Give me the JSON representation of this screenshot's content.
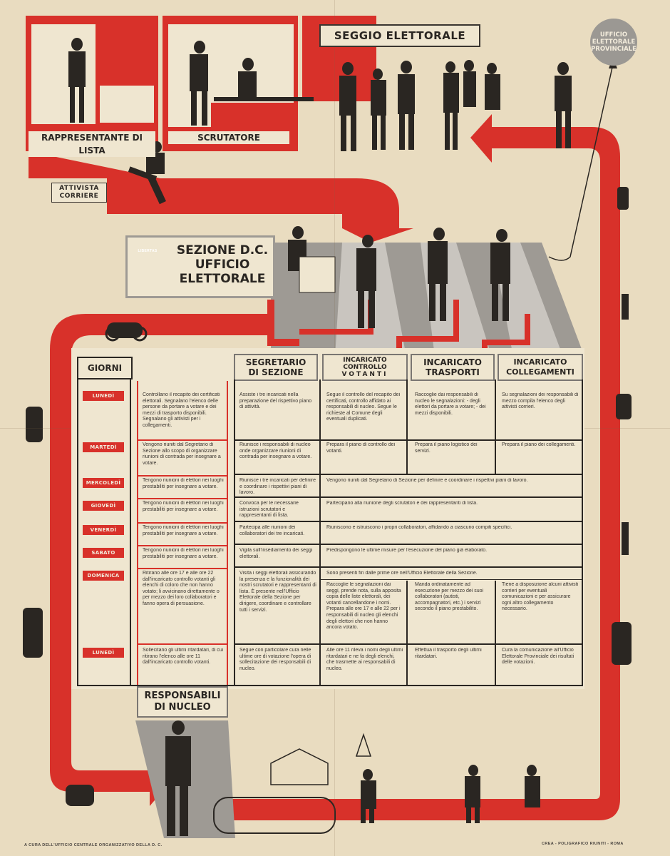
{
  "top": {
    "seggio_title": "SEGGIO ELETTORALE",
    "rappresentante": "RAPPRESENTANTE DI LISTA",
    "scrutatore": "SCRUTATORE",
    "attivista_line1": "ATTIVISTA",
    "attivista_line2": "CORRIERE",
    "ufficio_line1": "UFFICIO",
    "ufficio_line2": "ELETTORALE",
    "ufficio_line3": "PROVINCIALE"
  },
  "sezione": {
    "line1": "SEZIONE D.C.",
    "line2": "UFFICIO",
    "line3": "ELETTORALE",
    "shield_text": "LIBERTAS"
  },
  "table": {
    "giorni": "GIORNI",
    "headers": [
      {
        "line1": "SEGRETARIO",
        "line2": "DI SEZIONE"
      },
      {
        "line1": "INCARICATO",
        "line2": "CONTROLLO",
        "line3": "VOTANTI"
      },
      {
        "line1": "INCARICATO",
        "line2": "TRASPORTI"
      },
      {
        "line1": "INCARICATO",
        "line2": "COLLEGAMENTI"
      }
    ],
    "days": [
      "LUNEDÌ",
      "MARTEDÌ",
      "MERCOLEDÌ",
      "GIOVEDÌ",
      "VENERDÌ",
      "SABATO",
      "DOMENICA",
      "LUNEDÌ"
    ],
    "resp": [
      "Controllano il recapito dei certificati elettorali. Segnalano l'elenco delle persone da portare a votare e dei mezzi di trasporto disponibili. Segnalano gli attivisti per i collegamenti.",
      "Vengono riuniti dal Segretario di Sezione allo scopo di organizzare riunioni di contrada per insegnare a votare.",
      "Tengono riunioni di elettori nei luoghi prestabiliti per insegnare a votare.",
      "Tengono riunioni di elettori nei luoghi prestabiliti per insegnare a votare.",
      "Tengono riunioni di elettori nei luoghi prestabiliti per insegnare a votare.",
      "Tengono riunioni di elettori nei luoghi prestabiliti per insegnare a votare.",
      "Ritirano alle ore 17 e alle ore 22 dall'incaricato controllo votanti gli elenchi di coloro che non hanno votato; li avvicinano direttamente o per mezzo dei loro collaboratori e fanno opera di persuasione.",
      "Sollecitano gli ultimi ritardatari, di cui ritirano l'elenco alle ore 11 dall'incaricato controllo votanti."
    ],
    "segretario": [
      "Assiste i tre incaricati nella preparazione del rispettivo piano di attività.",
      "Riunisce i responsabili di nucleo onde organizzare riunioni di contrada per insegnare a votare.",
      "Riunisce i tre incaricati per definire e coordinare i rispettivi piani di lavoro.",
      "Convoca per le necessarie istruzioni scrutatori e rappresentanti di lista.",
      "Partecipa alle riunioni dei collaboratori dei tre incaricati.",
      "Vigila sull'insediamento dei seggi elettorali.",
      "Visita i seggi elettorali assicurando la presenza e la funzionalità dei nostri scrutatori e rappresentanti di lista. È presente nell'Ufficio Elettorale della Sezione per dirigere, coordinare e controllare tutti i servizi.",
      "Segue con particolare cura nelle ultime ore di votazione l'opera di sollecitazione dei responsabili di nucleo."
    ],
    "controllo": [
      "Segue il controllo del recapito dei certificati, controllo affidato ai responsabili di nucleo. Segue le richieste al Comune degli eventuali duplicati.",
      "Prepara il piano di controllo dei votanti.",
      "",
      "",
      "",
      "",
      "Raccoglie le segnalazioni dai seggi, prende nota, sulla apposita copia delle liste elettorali, dei votanti cancellandone i nomi. Prepara alle ore 17 e alle 22 per i responsabili di nucleo gli elenchi degli elettori che non hanno ancora votato.",
      "Alle ore 11 rileva i nomi degli ultimi ritardatari e ne fa degli elenchi, che trasmette ai responsabili di nucleo."
    ],
    "trasporti": [
      "Raccoglie dai responsabili di nucleo le segnalazioni: - degli elettori da portare a votare; - dei mezzi disponibili.",
      "Prepara il piano logistico dei servizi.",
      "",
      "",
      "",
      "",
      "Manda ordinatamente ad esecuzione per mezzo dei suoi collaboratori (autisti, accompagnatori, etc.) i servizi secondo il piano prestabilito.",
      "Effettua il trasporto degli ultimi ritardatari."
    ],
    "collegamenti": [
      "Su segnalazioni dei responsabili di mezzo compila l'elenco degli attivisti corrieri.",
      "Prepara il piano dei collegamenti.",
      "",
      "",
      "",
      "",
      "Tiene a disposizione alcuni attivisti corrieri per eventuali comunicazioni e per assicurare ogni altro collegamento necessario.",
      "Cura la comunicazione all'Ufficio Elettorale Provinciale dei risultati delle votazioni."
    ],
    "merged": {
      "mercoledi": "Vengono riuniti dal Segretario di Sezione per definire e coordinare i rispettivi piani di lavoro.",
      "giovedi": "Partecipano alla riunione degli scrutatori e dei rappresentanti di lista.",
      "venerdi": "Riuniscono e istruiscono i propri collaboratori, affidando a ciascuno compiti specifici.",
      "sabato": "Predispongono le ultime misure per l'esecuzione del piano già elaborato.",
      "domenica": "Sono presenti fin dalle prime ore nell'Ufficio Elettorale della Sezione."
    }
  },
  "responsabili": {
    "line1": "RESPONSABILI",
    "line2": "DI NUCLEO"
  },
  "footer": {
    "left": "A CURA DELL'UFFICIO CENTRALE ORGANIZZATIVO DELLA D. C.",
    "right": "CREA - POLIGRAFICO RIUNITI - ROMA"
  },
  "colors": {
    "red": "#d8312a",
    "paper": "#e9dcc0",
    "gray": "#9e9a94",
    "ink": "#2a2622"
  }
}
